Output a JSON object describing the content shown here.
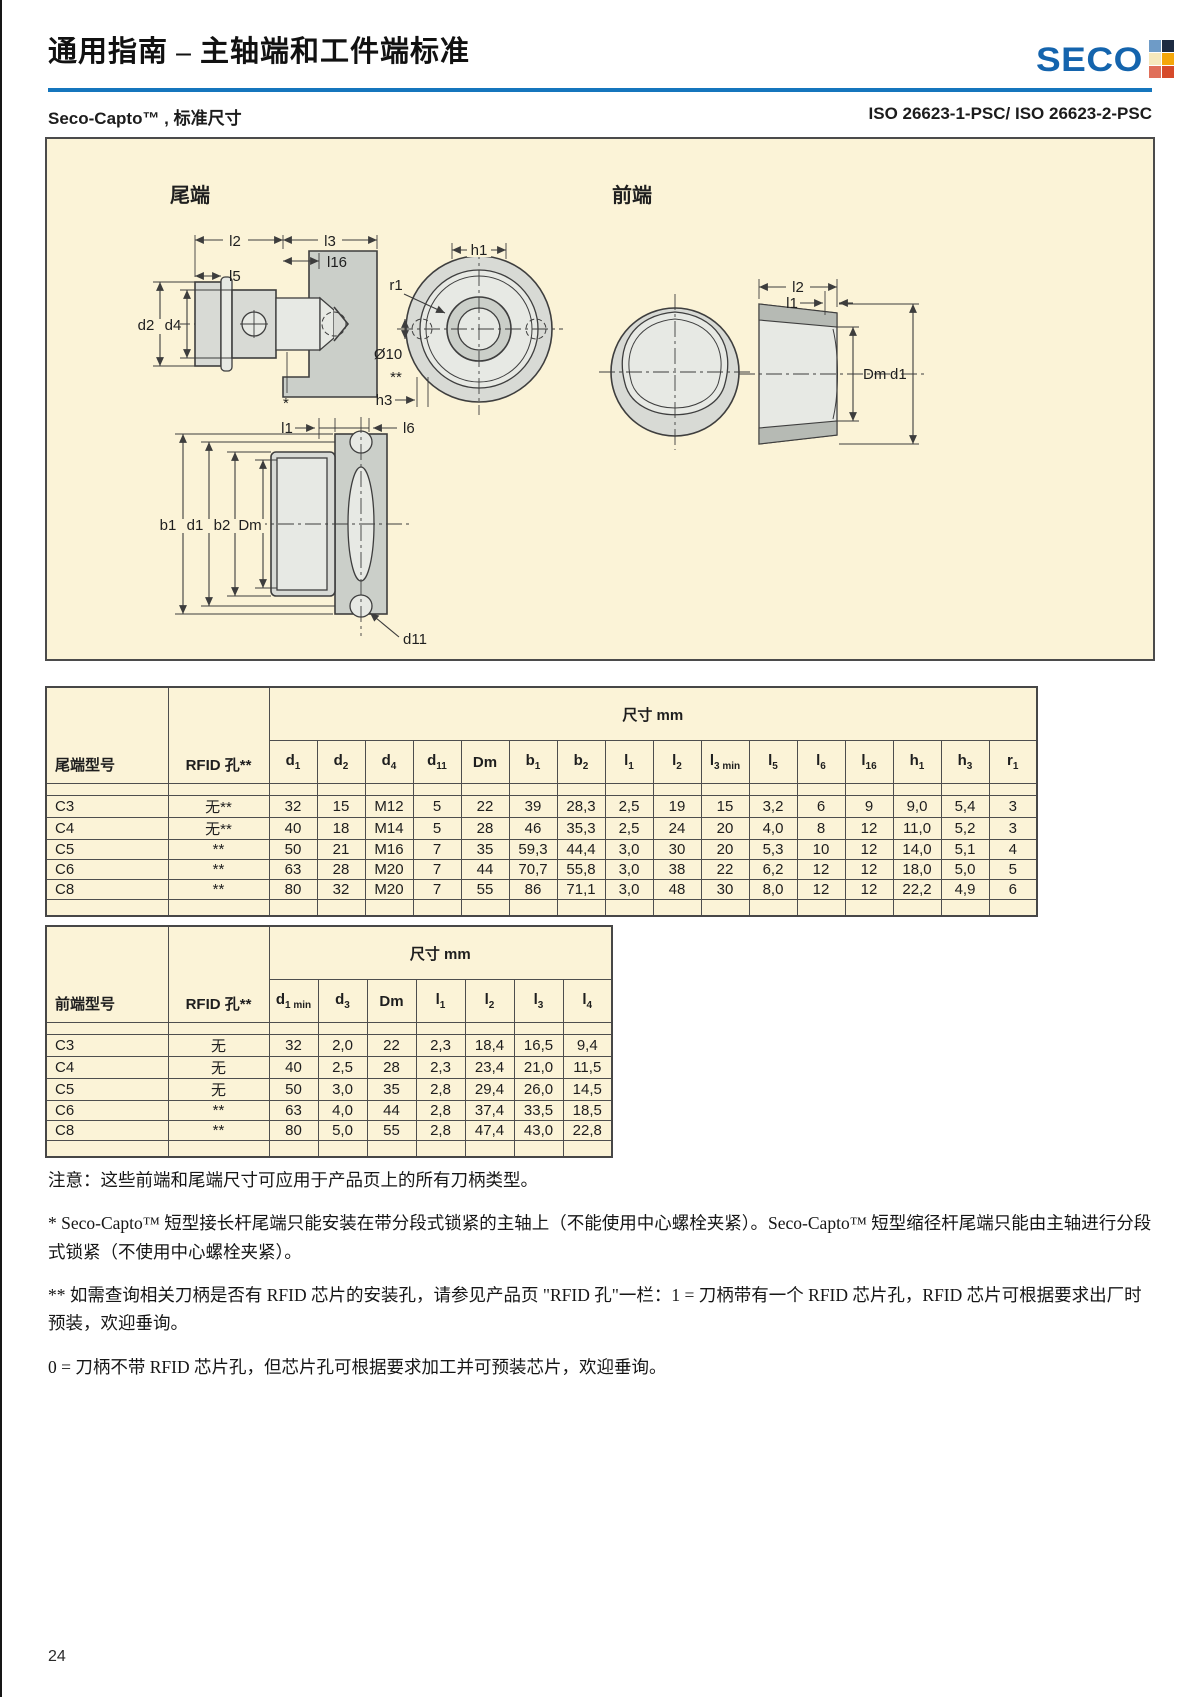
{
  "page": {
    "page_number": "24"
  },
  "header": {
    "title": "通用指南 – 主轴端和工件端标准",
    "logo_text": "SECO",
    "logo_color": "#1464ad",
    "rule_color": "#1576bd",
    "logo_colors": [
      "#6e9bc7",
      "#1d2b42",
      "#f6e8bc",
      "#f4a70b",
      "#e06f5a",
      "#d64a2a"
    ],
    "subtitle_left": "Seco-Capto™ , 标准尺寸",
    "subtitle_right": "ISO 26623-1-PSC/ ISO 26623-2-PSC"
  },
  "diagram": {
    "label_tail": "尾端",
    "label_front": "前端",
    "labels": {
      "l1": "l1",
      "l2": "l2",
      "l3": "l3",
      "l5": "l5",
      "l6": "l6",
      "l16": "l16",
      "b1": "b1",
      "b2": "b2",
      "d1": "d1",
      "d2": "d2",
      "d4": "d4",
      "d11": "d11",
      "dm": "Dm",
      "h1": "h1",
      "h3": "h3",
      "r1": "r1",
      "dia10": "Ø10",
      "star": "*",
      "double_star": "**"
    }
  },
  "table_tail": {
    "col1_header": "尾端型号",
    "col2_header": "RFID 孔**",
    "dim_header": "尺寸 mm",
    "columns": [
      {
        "t": "d",
        "s": "1"
      },
      {
        "t": "d",
        "s": "2"
      },
      {
        "t": "d",
        "s": "4"
      },
      {
        "t": "d",
        "s": "11"
      },
      {
        "t": "Dm",
        "s": ""
      },
      {
        "t": "b",
        "s": "1"
      },
      {
        "t": "b",
        "s": "2"
      },
      {
        "t": "l",
        "s": "1"
      },
      {
        "t": "l",
        "s": "2"
      },
      {
        "t": "l",
        "s": "3 min"
      },
      {
        "t": "l",
        "s": "5"
      },
      {
        "t": "l",
        "s": "6"
      },
      {
        "t": "l",
        "s": "16"
      },
      {
        "t": "h",
        "s": "1"
      },
      {
        "t": "h",
        "s": "3"
      },
      {
        "t": "r",
        "s": "1"
      }
    ],
    "rows": [
      {
        "model": "C3",
        "rfid": "无**",
        "values": [
          "32",
          "15",
          "M12",
          "5",
          "22",
          "39",
          "28,3",
          "2,5",
          "19",
          "15",
          "3,2",
          "6",
          "9",
          "9,0",
          "5,4",
          "3"
        ]
      },
      {
        "model": "C4",
        "rfid": "无**",
        "values": [
          "40",
          "18",
          "M14",
          "5",
          "28",
          "46",
          "35,3",
          "2,5",
          "24",
          "20",
          "4,0",
          "8",
          "12",
          "11,0",
          "5,2",
          "3"
        ]
      },
      {
        "model": "C5",
        "rfid": "**",
        "values": [
          "50",
          "21",
          "M16",
          "7",
          "35",
          "59,3",
          "44,4",
          "3,0",
          "30",
          "20",
          "5,3",
          "10",
          "12",
          "14,0",
          "5,1",
          "4"
        ]
      },
      {
        "model": "C6",
        "rfid": "**",
        "values": [
          "63",
          "28",
          "M20",
          "7",
          "44",
          "70,7",
          "55,8",
          "3,0",
          "38",
          "22",
          "6,2",
          "12",
          "12",
          "18,0",
          "5,0",
          "5"
        ]
      },
      {
        "model": "C8",
        "rfid": "**",
        "values": [
          "80",
          "32",
          "M20",
          "7",
          "55",
          "86",
          "71,1",
          "3,0",
          "48",
          "30",
          "8,0",
          "12",
          "12",
          "22,2",
          "4,9",
          "6"
        ]
      }
    ]
  },
  "table_front": {
    "col1_header": "前端型号",
    "col2_header": "RFID 孔**",
    "dim_header": "尺寸 mm",
    "columns": [
      {
        "t": "d",
        "s": "1 min"
      },
      {
        "t": "d",
        "s": "3"
      },
      {
        "t": "Dm",
        "s": ""
      },
      {
        "t": "l",
        "s": "1"
      },
      {
        "t": "l",
        "s": "2"
      },
      {
        "t": "l",
        "s": "3"
      },
      {
        "t": "l",
        "s": "4"
      }
    ],
    "rows": [
      {
        "model": "C3",
        "rfid": "无",
        "values": [
          "32",
          "2,0",
          "22",
          "2,3",
          "18,4",
          "16,5",
          "9,4"
        ]
      },
      {
        "model": "C4",
        "rfid": "无",
        "values": [
          "40",
          "2,5",
          "28",
          "2,3",
          "23,4",
          "21,0",
          "11,5"
        ]
      },
      {
        "model": "C5",
        "rfid": "无",
        "values": [
          "50",
          "3,0",
          "35",
          "2,8",
          "29,4",
          "26,0",
          "14,5"
        ]
      },
      {
        "model": "C6",
        "rfid": "**",
        "values": [
          "63",
          "4,0",
          "44",
          "2,8",
          "37,4",
          "33,5",
          "18,5"
        ]
      },
      {
        "model": "C8",
        "rfid": "**",
        "values": [
          "80",
          "5,0",
          "55",
          "2,8",
          "47,4",
          "43,0",
          "22,8"
        ]
      }
    ]
  },
  "notes": [
    "注意：这些前端和尾端尺寸可应用于产品页上的所有刀柄类型。",
    "* Seco-Capto™ 短型接长杆尾端只能安装在带分段式锁紧的主轴上（不能使用中心螺栓夹紧）。Seco-Capto™ 短型缩径杆尾端只能由主轴进行分段式锁紧（不使用中心螺栓夹紧）。",
    "** 如需查询相关刀柄是否有 RFID 芯片的安装孔，请参见产品页 \"RFID 孔\"一栏：1 = 刀柄带有一个 RFID 芯片孔，RFID 芯片可根据要求出厂时预装，欢迎垂询。",
    "0 = 刀柄不带 RFID 芯片孔，但芯片孔可根据要求加工并可预装芯片，欢迎垂询。"
  ]
}
